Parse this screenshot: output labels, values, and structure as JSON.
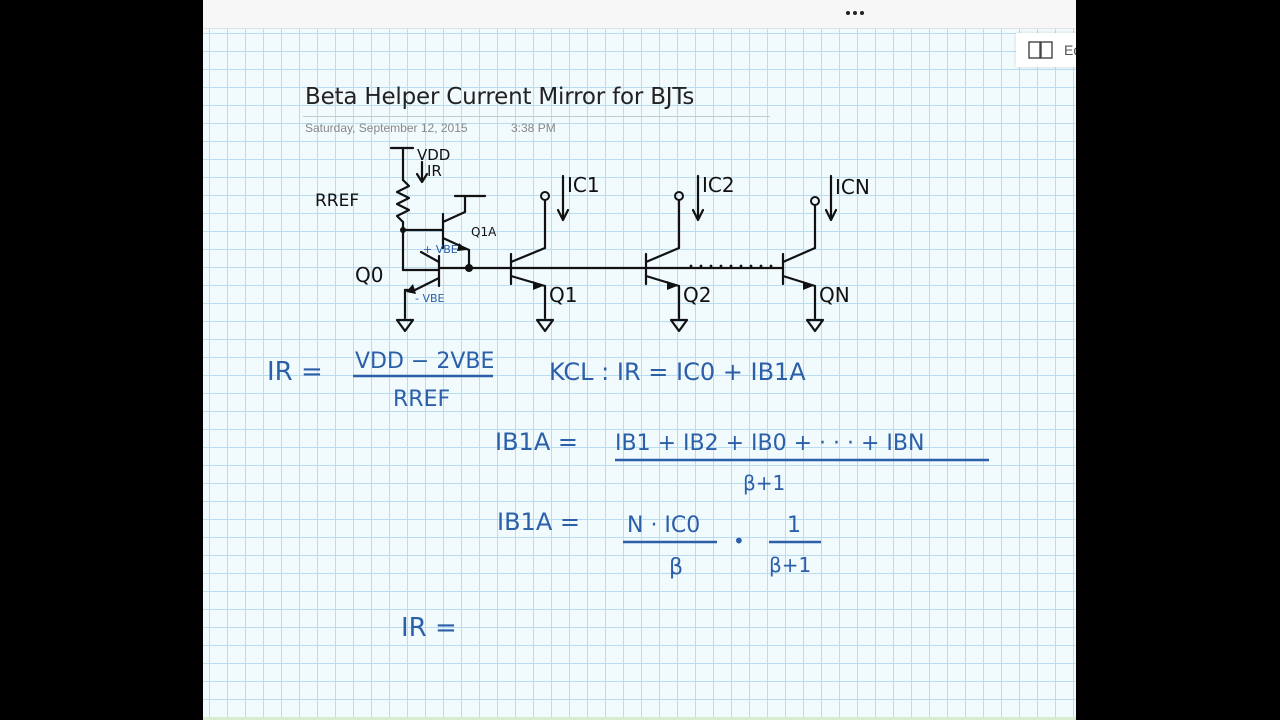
{
  "toolbar": {
    "more_icon": "more-horizontal-icon",
    "edit_chip_label": "Ed",
    "edit_chip_icon": "book-open-icon"
  },
  "page": {
    "title": "Beta Helper Current Mirror for BJTs",
    "date": "Saturday, September 12, 2015",
    "time": "3:38 PM"
  },
  "ink": {
    "color": "#2b5fa8",
    "circuit": {
      "supply_label": "VDD",
      "ref_current_label": "IR",
      "resistor_label": "RREF",
      "helper_transistor_label": "Q1A",
      "q0_label": "Q0",
      "vbe_label_top": "+ VBE",
      "vbe_label_bottom": "- VBE",
      "outputs": [
        {
          "current": "IC1",
          "transistor": "Q1"
        },
        {
          "current": "IC2",
          "transistor": "Q2"
        },
        {
          "current": "ICN",
          "transistor": "QN"
        }
      ]
    },
    "equations": {
      "eq1_lhs": "IR =",
      "eq1_num": "VDD − 2VBE",
      "eq1_den": "RREF",
      "kcl": "KCL : IR = IC0 + IB1A",
      "eq2_lhs": "IB1A =",
      "eq2_num": "IB1 + IB2 + IB0 + · · · + IBN",
      "eq2_den": "β+1",
      "eq3_lhs": "IB1A =",
      "eq3_num": "N · IC0",
      "eq3_den": "β",
      "eq3_dot": "•",
      "eq3_frac2_num": "1",
      "eq3_frac2_den": "β+1",
      "eq4_lhs": "IR ="
    }
  }
}
